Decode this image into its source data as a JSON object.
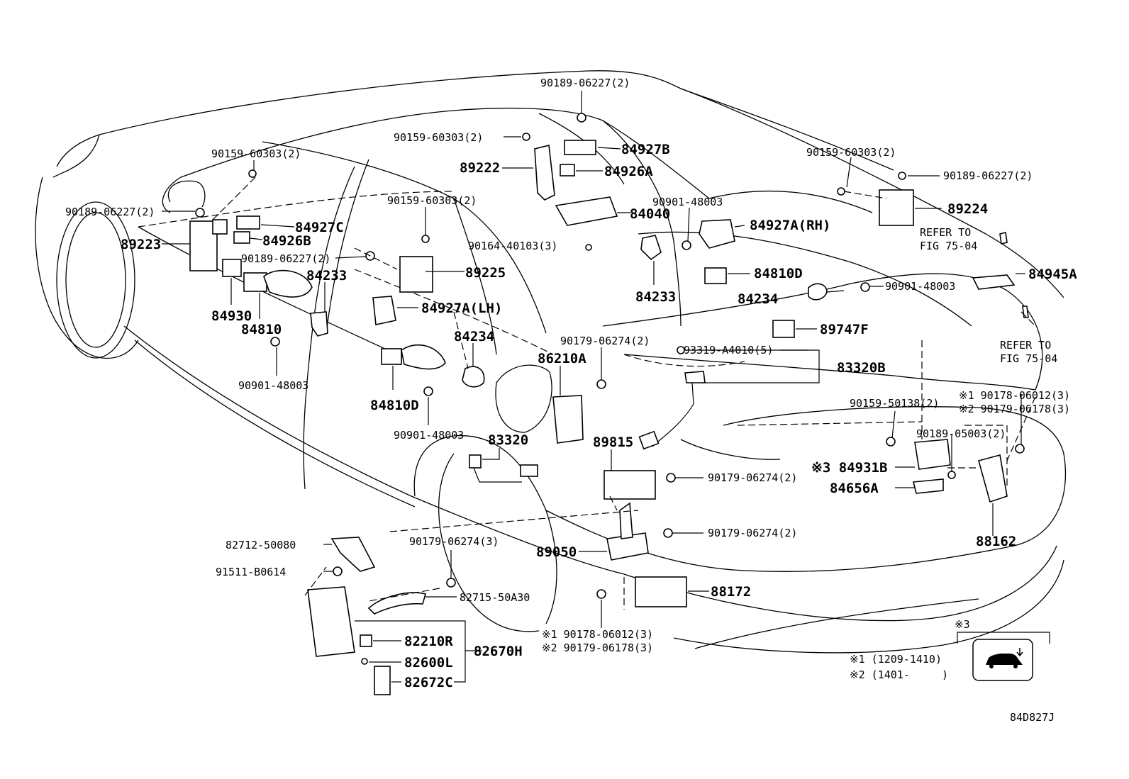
{
  "labels": {
    "p90189_06227_top": "90189-06227(2)",
    "p90159_60303_a": "90159-60303(2)",
    "p84927B": "84927B",
    "p89222": "89222",
    "p84926A": "84926A",
    "p84040": "84040",
    "p90159_60303_b": "90159-60303(2)",
    "p90189_06227_left": "90189-06227(2)",
    "p89223": "89223",
    "p84927C": "84927C",
    "p84926B": "84926B",
    "p90189_06227_mid": "90189-06227(2)",
    "p84233_left": "84233",
    "p84930": "84930",
    "p84810": "84810",
    "p90901_48003_left": "90901-48003",
    "p90159_60303_c": "90159-60303(2)",
    "p90164_40103": "90164-40103(3)",
    "p89225": "89225",
    "p84927A_LH": "84927A(LH)",
    "p84234_left": "84234",
    "p84810D_left": "84810D",
    "p90901_48003_mid": "90901-48003",
    "p90159_60303_d": "90159-60303(2)",
    "p90189_06227_right": "90189-06227(2)",
    "p89224": "89224",
    "refer_1a": "REFER TO",
    "refer_1b": "FIG 75-04",
    "p90901_48003_top": "90901-48003",
    "p84927A_RH": "84927A(RH)",
    "p84233_right": "84233",
    "p84810D_right": "84810D",
    "p84234_right": "84234",
    "p90901_48003_right": "90901-48003",
    "p84945A": "84945A",
    "p89747F": "89747F",
    "p90179_06274_a": "90179-06274(2)",
    "p86210A": "86210A",
    "p93319_A4010": "93319-A4010(5)",
    "p83320B": "83320B",
    "refer_2a": "REFER TO",
    "refer_2b": "FIG 75-04",
    "p90159_50138": "90159-50138(2)",
    "p90178_06012_r": "※1 90178-06012(3)",
    "p90179_06178_r": "※2 90179-06178(3)",
    "p83320": "83320",
    "p89815": "89815",
    "p90189_05003": "90189-05003(2)",
    "p84931B": "※3 84931B",
    "p90179_06274_b": "90179-06274(2)",
    "p84656A": "84656A",
    "p90179_06274_c": "90179-06274(2)",
    "p88162": "88162",
    "p82712_50080": "82712-50080",
    "p90179_06274_d": "90179-06274(3)",
    "p89050": "89050",
    "p91511_B0614": "91511-B0614",
    "p82715_50A30": "82715-50A30",
    "p88172": "88172",
    "p90178_06012_b": "※1 90178-06012(3)",
    "p90179_06178_b": "※2 90179-06178(3)",
    "p82210R": "82210R",
    "p82670H": "82670H",
    "p82600L": "82600L",
    "p82672C": "82672C"
  },
  "legend": {
    "mark3": "※3",
    "note1": "※1 (1209-1410)",
    "note2": "※2 (1401-     )",
    "trunk_icon": "car-trunk-icon"
  },
  "figure_code": "84D827J"
}
